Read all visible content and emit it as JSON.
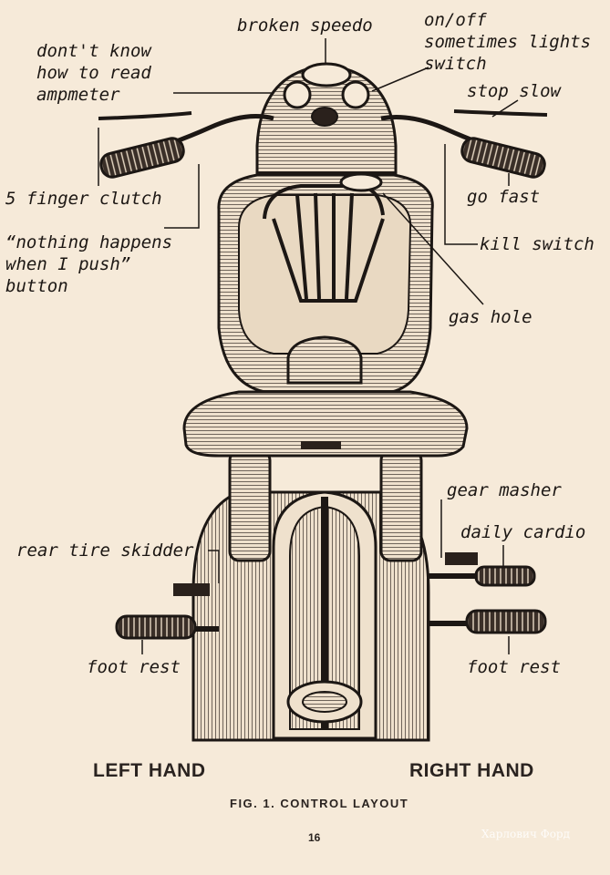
{
  "annotations": {
    "broken_speedo": "broken speedo",
    "ampmeter": "dont't know\nhow to read\nampmeter",
    "lights_switch": "on/off\nsometimes lights\nswitch",
    "stop_slow": "stop slow",
    "clutch": "5 finger clutch",
    "go_fast": "go fast",
    "nothing_happens": "“nothing happens\nwhen I push”\nbutton",
    "kill_switch": "kill switch",
    "gas_hole": "gas hole",
    "gear_masher": "gear masher",
    "daily_cardio": "daily cardio",
    "rear_tire_skidder": "rear tire skidder",
    "foot_rest_left": "foot rest",
    "foot_rest_right": "foot rest"
  },
  "captions": {
    "left_hand": "LEFT HAND",
    "right_hand": "RIGHT HAND",
    "figure": "FIG. 1.  CONTROL LAYOUT",
    "page_number": "16"
  },
  "watermark": "Харлович Форд",
  "colors": {
    "paper": "#f6ead9",
    "ink": "#1c1714"
  }
}
